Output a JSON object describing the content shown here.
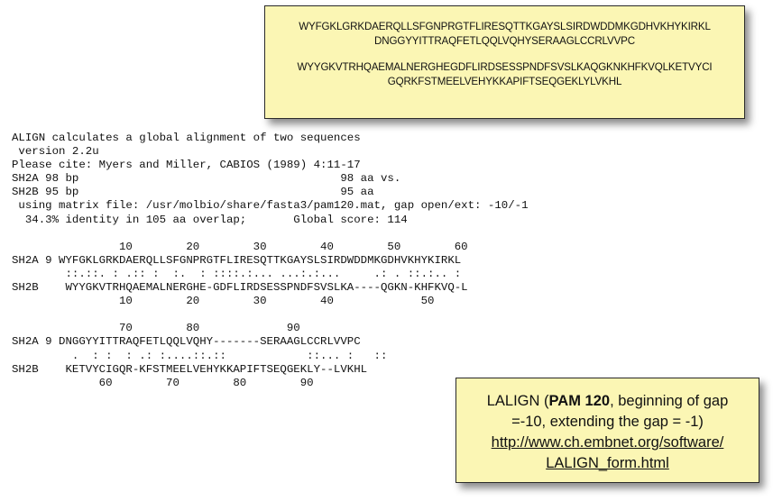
{
  "sequences_note": {
    "seq1_line1": "WYFGKLGRKDAERQLLSFGNPRGTFLIRESQTTKGAYSLSIRDWDDMKGDHVKHYKIRKL",
    "seq1_line2": "DNGGYYITTRAQFETLQQLVQHYSERAAGLCCRLVVPC",
    "seq2_line1": "WYYGKVTRHQAEMALNERGHEGDFLIRDSESSPNDFSVSLKAQGKNKHFKVQLKETVYCI",
    "seq2_line2": "GQRKFSTMEELVEHYKKAPIFTSEQGEKLYLVKHL"
  },
  "align_output": {
    "lines": [
      "ALIGN calculates a global alignment of two sequences",
      " version 2.2u",
      "Please cite: Myers and Miller, CABIOS (1989) 4:11-17",
      "SH2A 98 bp                                       98 aa vs.",
      "SH2B 95 bp                                       95 aa",
      " using matrix file: /usr/molbio/share/fasta3/pam120.mat, gap open/ext: -10/-1",
      "  34.3% identity in 105 aa overlap;       Global score: 114",
      "",
      "                10        20        30        40        50        60",
      "SH2A 9 WYFGKLGRKDAERQLLSFGNPRGTFLIRESQTTKGAYSLSIRDWDDMKGDHVKHYKIRKL",
      "        ::.::. : .:: :  :.  : ::::.:... ...:.:...     .: . ::.:.. :",
      "SH2B    WYYGKVTRHQAEMALNERGHE-GDFLIRDSESSPNDFSVSLKA----QGKN-KHFKVQ-L",
      "                10        20        30        40             50",
      "",
      "                70        80             90",
      "SH2A 9 DNGGYYITTRAQFETLQQLVQHY-------SERAAGLCCRLVVPC",
      "         .  : :  : .: :....::.::            ::... :   ::",
      "SH2B    KETVYCIGQR-KFSTMEELVEHYKKAPIFTSEQGEKLY--LVKHL",
      "             60        70        80        90"
    ]
  },
  "lalign_note": {
    "prefix": "LALIGN (",
    "bold": "PAM 120",
    "rest_line1": ", beginning of gap",
    "line2": "=-10, extending the gap = -1)",
    "link_line1": "http://www.ch.embnet.org/software/",
    "link_line2": "LALIGN_form.html"
  }
}
